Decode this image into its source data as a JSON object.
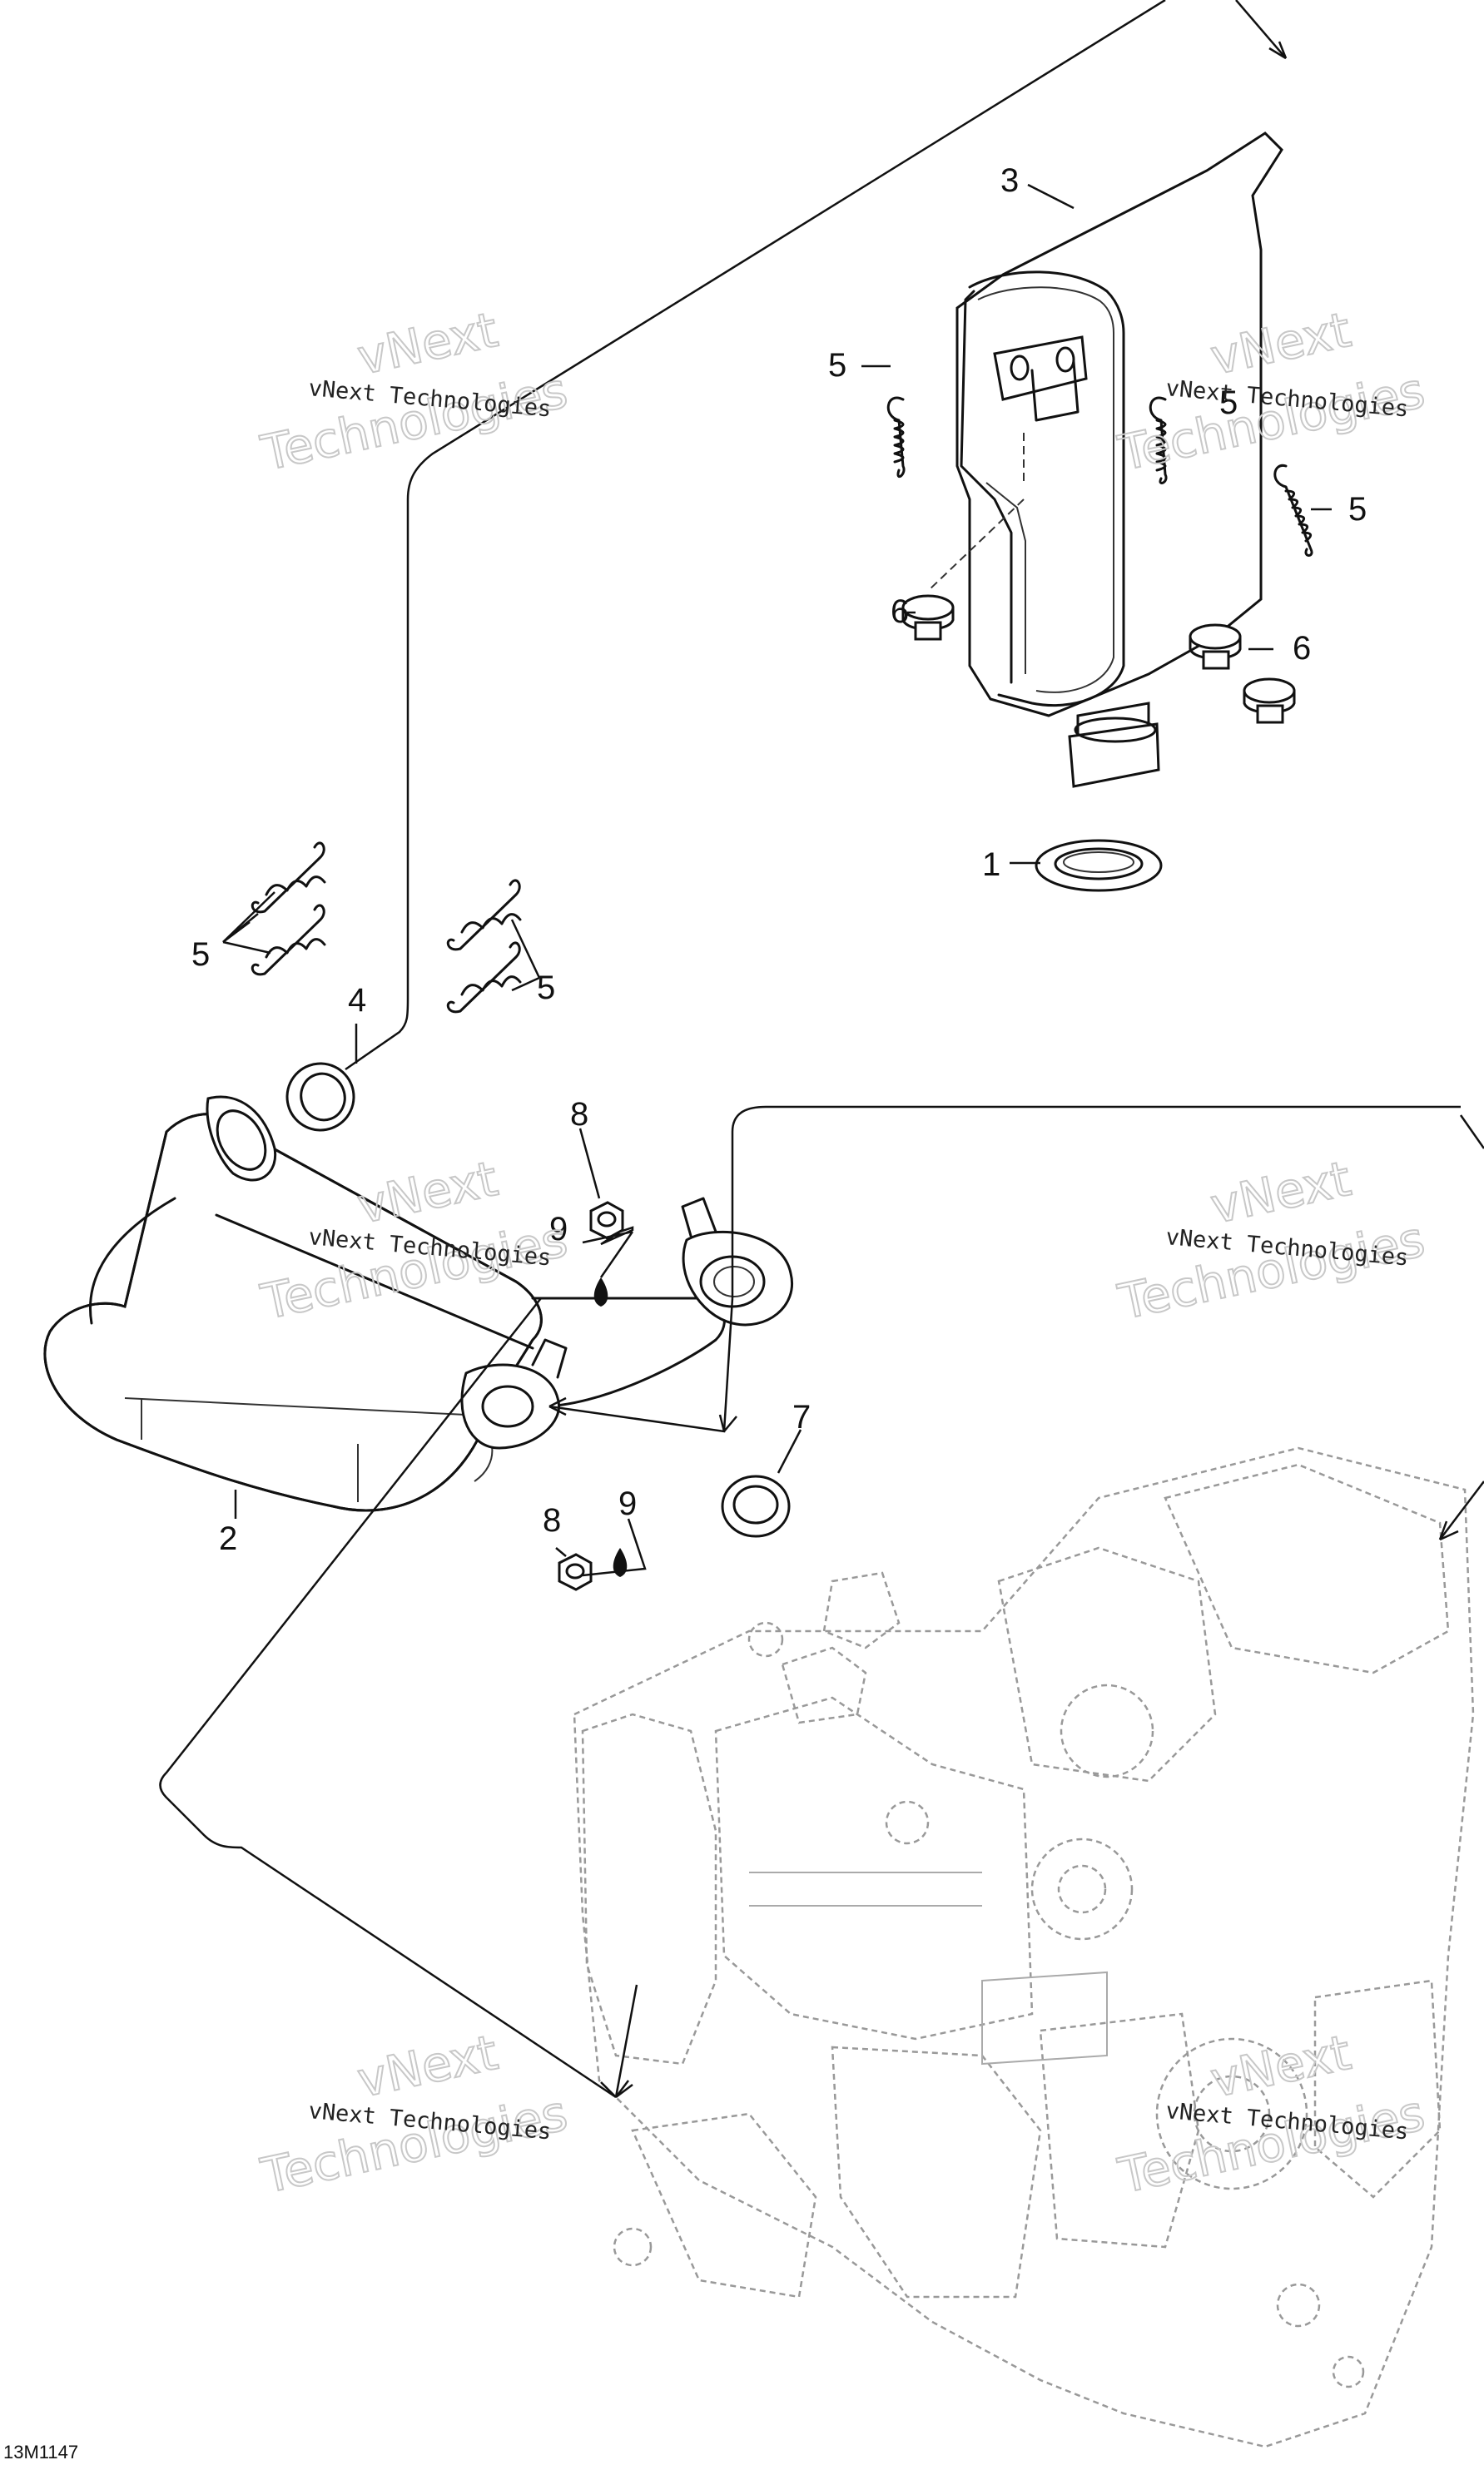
{
  "diagram_id": "13M1147",
  "watermark": {
    "line1": "vNext",
    "line2": "vNext Technologies",
    "line3": "Technologies"
  },
  "callouts": {
    "c1": "1",
    "c2": "2",
    "c3": "3",
    "c4": "4",
    "c5a": "5",
    "c5b": "5",
    "c5c": "5",
    "c5d": "5",
    "c5e": "5",
    "c6a": "6",
    "c6b": "6",
    "c7": "7",
    "c8a": "8",
    "c8b": "8",
    "c9a": "9",
    "c9b": "9"
  }
}
